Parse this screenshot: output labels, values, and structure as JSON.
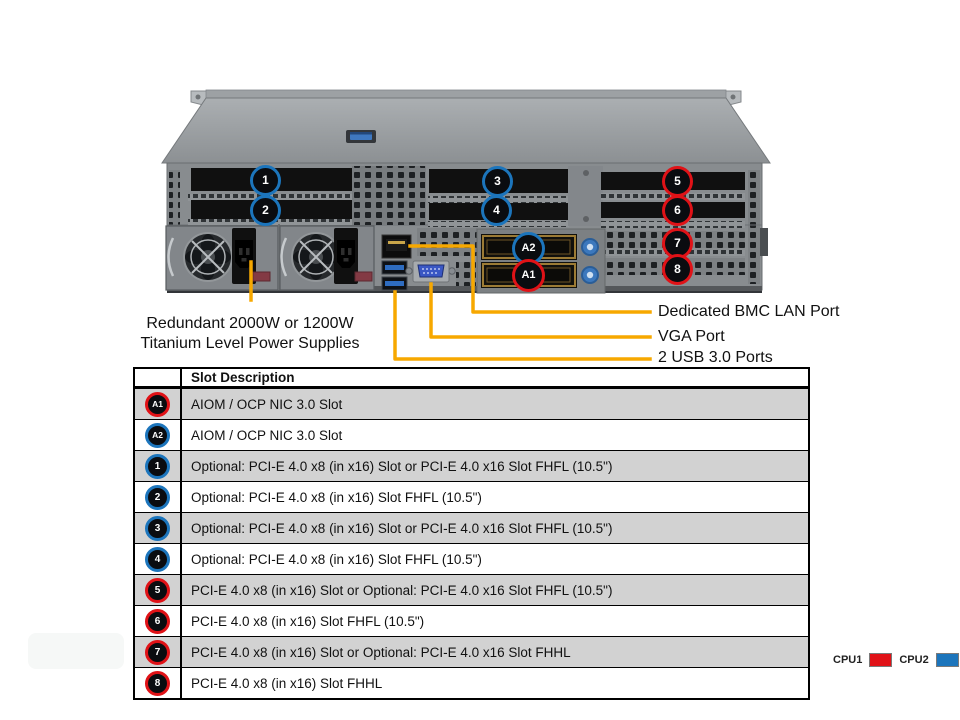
{
  "slots": [
    {
      "id": "A1",
      "ring": "red",
      "desc": "AIOM / OCP NIC 3.0 Slot"
    },
    {
      "id": "A2",
      "ring": "blue",
      "desc": "AIOM / OCP NIC 3.0 Slot"
    },
    {
      "id": "1",
      "ring": "blue",
      "desc": "Optional: PCI-E 4.0 x8 (in x16) Slot or PCI-E 4.0 x16 Slot FHFL (10.5\")"
    },
    {
      "id": "2",
      "ring": "blue",
      "desc": "Optional: PCI-E 4.0 x8 (in x16) Slot FHFL (10.5\")"
    },
    {
      "id": "3",
      "ring": "blue",
      "desc": "Optional: PCI-E 4.0 x8 (in x16) Slot or PCI-E 4.0 x16 Slot FHFL (10.5\")"
    },
    {
      "id": "4",
      "ring": "blue",
      "desc": "Optional: PCI-E 4.0 x8 (in x16) Slot FHFL (10.5\")"
    },
    {
      "id": "5",
      "ring": "red",
      "desc": "PCI-E 4.0 x8 (in x16) Slot or Optional: PCI-E 4.0 x16 Slot FHFL (10.5\")"
    },
    {
      "id": "6",
      "ring": "red",
      "desc": "PCI-E 4.0 x8 (in x16) Slot FHFL (10.5\")"
    },
    {
      "id": "7",
      "ring": "red",
      "desc": "PCI-E 4.0 x8 (in x16) Slot or Optional: PCI-E 4.0 x16 Slot FHHL"
    },
    {
      "id": "8",
      "ring": "red",
      "desc": "PCI-E 4.0 x8 (in x16) Slot FHHL"
    }
  ],
  "table": {
    "header": "Slot Description"
  },
  "callouts": {
    "psu_line1": "Redundant 2000W or 1200W",
    "psu_line2": "Titanium Level Power Supplies",
    "bmc": "Dedicated BMC LAN Port",
    "vga": "VGA Port",
    "usb": "2 USB 3.0 Ports"
  },
  "legend": {
    "cpu1": "CPU1",
    "cpu2": "CPU2"
  },
  "colors": {
    "cpu1_red": "#e01217",
    "cpu2_blue": "#1c75bc",
    "callout_line": "#f7a800"
  }
}
